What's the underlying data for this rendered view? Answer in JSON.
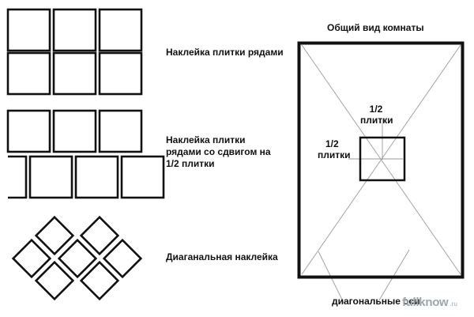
{
  "captions": {
    "rows": "Наклейка плитки рядами",
    "offset_line1": "Наклейка плитки",
    "offset_line2": "рядами со сдвигом на",
    "offset_line3": "1/2 плитки",
    "diagonal": "Диаганальная наклейка"
  },
  "room": {
    "title": "Общий вид комнаты",
    "half_label_fraction": "1/2",
    "half_label_word": "плитки",
    "axes_label": "диагональные оси"
  },
  "watermark": {
    "text": "fullknow",
    "tld": ".ru",
    "color": "#9ea6ad"
  },
  "colors": {
    "stroke": "#111111",
    "guide": "#9a9a9a",
    "background": "#ffffff"
  }
}
